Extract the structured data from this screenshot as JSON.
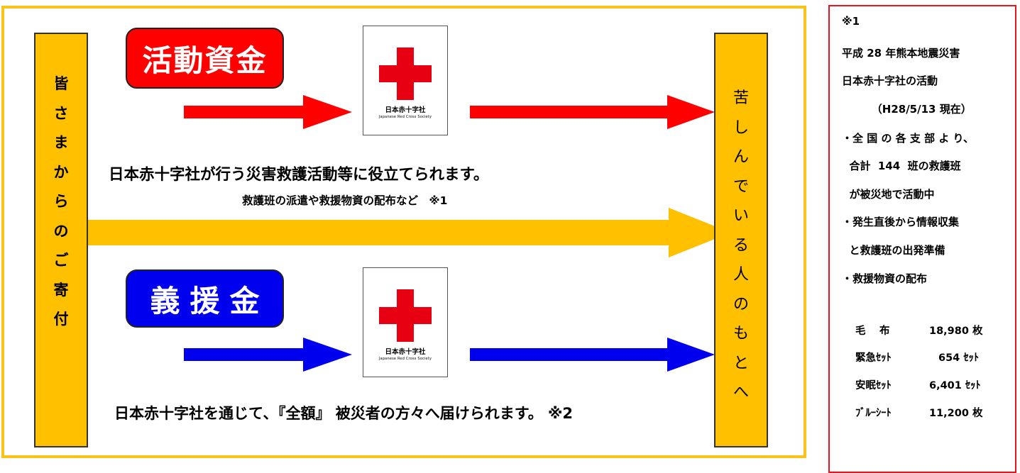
{
  "donors_box": {
    "chars": [
      "皆",
      "さ",
      "ま",
      "か",
      "ら",
      "の",
      "ご",
      "寄",
      "付"
    ]
  },
  "victims_box": {
    "chars": [
      "苦",
      "し",
      "ん",
      "で",
      "い",
      "る",
      "人",
      "の",
      "も",
      "と",
      "へ"
    ]
  },
  "activity_fund": {
    "label": "活動資金",
    "caption": "日本赤十字社が行う災害救護活動等に役立てられます。",
    "subcaption": "救護班の派遣や救援物資の配布など　※1",
    "color": "#ff0000"
  },
  "relief_fund": {
    "label": "義援金",
    "caption": "日本赤十字社を通じて､『全額』 被災者の方々へ届けられます。 ※2",
    "color": "#0000ee"
  },
  "main_arrow_color": "#ffc000",
  "logo": {
    "jp": "日本赤十字社",
    "en": "Japanese Red Cross Society",
    "cross_color": "#e60012"
  },
  "note": {
    "lines": [
      "※1",
      "平成 28 年熊本地震災害",
      "日本赤十字社の活動",
      "        （H28/5/13 現在）",
      "・全 国 の 各 支 部 よ り、",
      "  合計  144  班の救護班",
      "  が被災地で活動中",
      "・発生直後から情報収集",
      "  と救護班の出発準備",
      "・救援物資の配布"
    ],
    "supplies": [
      {
        "item": "毛　 布",
        "amount": "18,980 枚"
      },
      {
        "item": "緊急ｾｯﾄ",
        "amount": "654 ｾｯﾄ"
      },
      {
        "item": "安眠ｾｯﾄ",
        "amount": "6,401 ｾｯﾄ"
      },
      {
        "item": "ﾌﾞﾙｰｼｰﾄ",
        "amount": "11,200 枚"
      }
    ],
    "border_color": "#e8141e"
  }
}
